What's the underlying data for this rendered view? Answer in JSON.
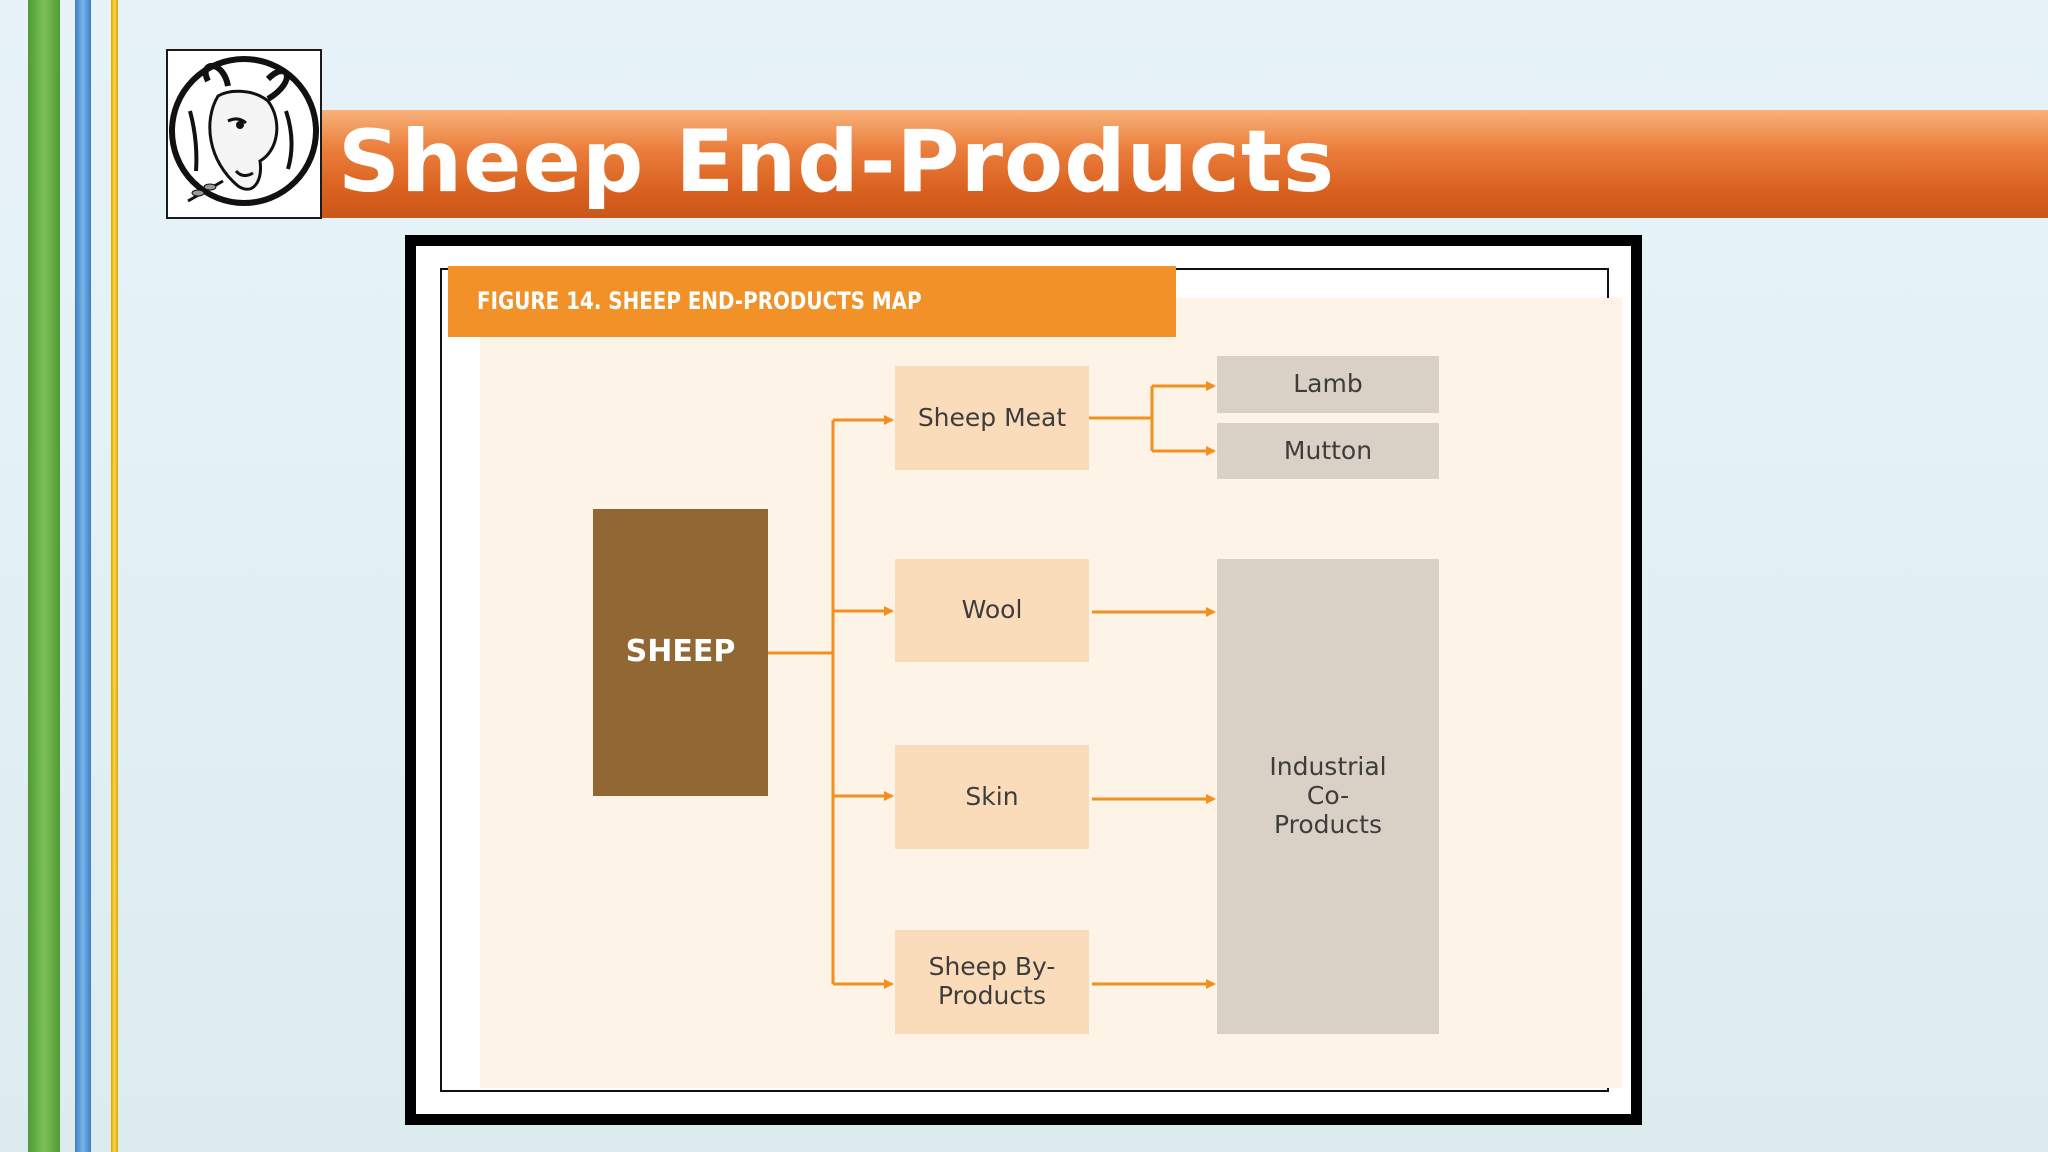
{
  "slide": {
    "title": "Sheep End-Products"
  },
  "figure": {
    "caption": "FIGURE 14. SHEEP END-PRODUCTS MAP",
    "nodes": {
      "source": "SHEEP",
      "meat": "Sheep Meat",
      "wool": "Wool",
      "skin": "Skin",
      "byproducts": "Sheep By-Products",
      "lamb": "Lamb",
      "mutton": "Mutton",
      "industrial": "Industrial Co-Products"
    }
  },
  "colors": {
    "title_band": "#e2702c",
    "caption_bar": "#f29128",
    "source_node": "#916834",
    "product_node": "#fbdcba",
    "end_node": "#d9d1c5",
    "arrow": "#f0901f"
  }
}
